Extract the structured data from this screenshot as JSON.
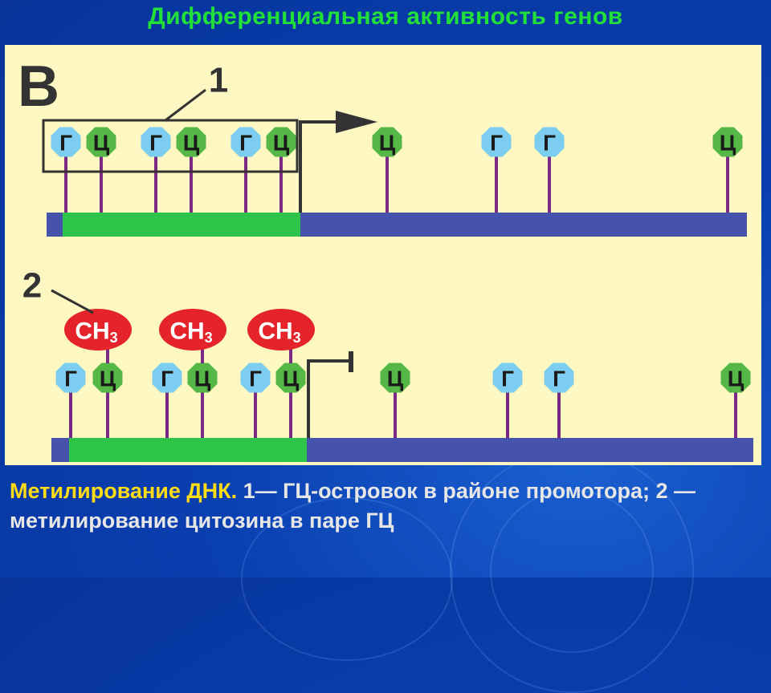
{
  "slide_title": "Дифференциальная активность генов",
  "colors": {
    "title": "#22e03a",
    "caption_highlight": "#ffdc14",
    "caption_text": "#e6e6e6",
    "panel_bg": "#fdf7c2",
    "strand_blue": "#4553ad",
    "strand_green": "#2ec44a",
    "stick": "#7a2a82",
    "guanine": "#7ccdf0",
    "cytosine": "#55b846",
    "methyl": "#e4232a",
    "frame": "#333333"
  },
  "diagram": {
    "panel_letter": "В",
    "label_1": "1",
    "label_2": "2",
    "base_g": "Г",
    "base_c": "Ц",
    "methyl_main": "CH",
    "methyl_sub": "3",
    "rows": [
      {
        "id": "top",
        "bases": [
          "Г",
          "Ц",
          "Г",
          "Ц",
          "Г",
          "Ц",
          "Ц",
          "Г",
          "Г",
          "Ц"
        ],
        "promoter": "active"
      },
      {
        "id": "bottom",
        "bases": [
          "Г",
          "Ц",
          "Г",
          "Ц",
          "Г",
          "Ц",
          "Ц",
          "Г",
          "Г",
          "Ц"
        ],
        "methylated_indices": [
          1,
          3,
          5
        ],
        "promoter": "blocked"
      }
    ]
  },
  "caption": {
    "highlight": "Метилирование ДНК.",
    "text": " 1— ГЦ-островок в районе промотора; 2 — метилирование цитозина в паре ГЦ"
  }
}
